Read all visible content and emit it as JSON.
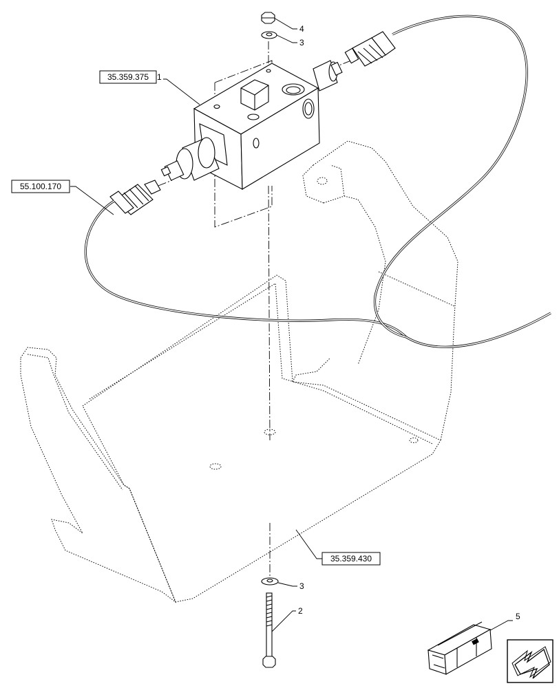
{
  "references": {
    "valve_block": "35.359.375",
    "harness": "55.100.170",
    "bracket": "35.359.430"
  },
  "callouts": {
    "valve_item": "1",
    "bolt": "2",
    "washer_top": "3",
    "washer_bottom": "3",
    "nut": "4",
    "kit": "5"
  },
  "icons": {
    "kit_box": "crate-box-icon",
    "navigation": "arrow-down-left-icon"
  }
}
